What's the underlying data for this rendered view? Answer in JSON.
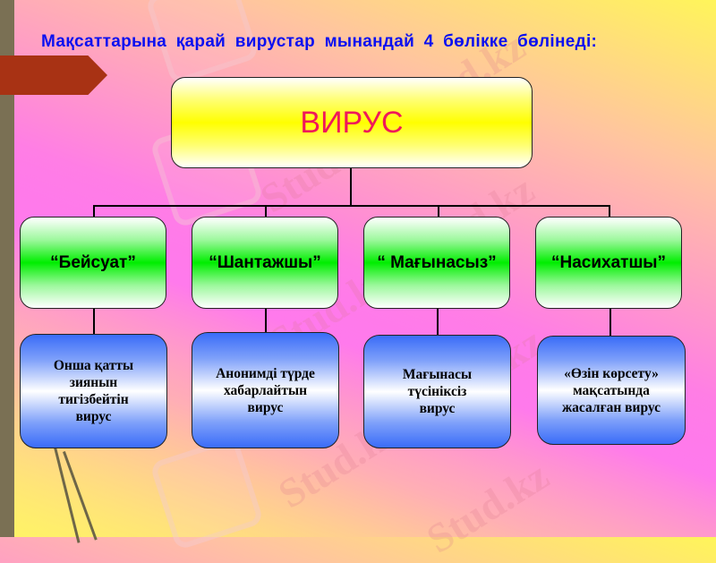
{
  "slide": {
    "title": "Мақсаттарына  қарай  вирустар  мынандай  4  бөлікке  бөлінеді:",
    "watermark_text": "Stud.kz",
    "watermark_text_alt": "Stud.kz - Stud.kz"
  },
  "diagram": {
    "root": {
      "label": "ВИРУС"
    },
    "categories": [
      {
        "label": "“Бейсуат”",
        "description": "Онша қатты\nзиянын\nтигізбейтін\nвирус"
      },
      {
        "label": "“Шантажшы”",
        "description": "Анонимді түрде\nхабарлайтын\nвирус"
      },
      {
        "label": "“ Мағынасыз”",
        "description": "Мағынасы\nтүсініксіз\nвирус"
      },
      {
        "label": "“Насихатшы”",
        "description": "«Өзін  көрсету»\nмақсатында\nжасалған вирус"
      }
    ]
  },
  "colors": {
    "title": "#0a10f0",
    "root_text": "#f0185a",
    "root_fill": "#ffff00",
    "category_fill": "#00ee00",
    "description_fill": "#3a6cf8",
    "accent_arrow": "#a83214",
    "left_bar": "#7a7054"
  }
}
